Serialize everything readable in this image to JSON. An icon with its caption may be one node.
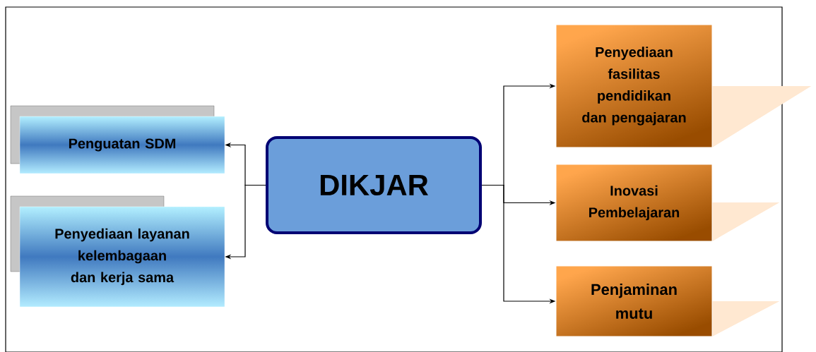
{
  "diagram": {
    "nodes": [
      {
        "text": [
          "Penguatan SDM"
        ]
      },
      {
        "text": [
          "Penyediaan layanan kelembagaan dan kerja sama"
        ]
      },
      {
        "text": [
          "DIKJAR"
        ]
      },
      {
        "text": [
          "Penyediaan fasilitas pendidikan dan pengajaran"
        ]
      },
      {
        "text": [
          "Inovasi Pembelajaran"
        ]
      },
      {
        "text": [
          "Penjaminan mutu"
        ]
      }
    ],
    "edges": [
      {
        "from": 2,
        "to": 0,
        "arrow": "to"
      },
      {
        "from": 2,
        "to": 1,
        "arrow": "to"
      },
      {
        "from": 2,
        "to": 3,
        "arrow": "to"
      },
      {
        "from": 2,
        "to": 4,
        "arrow": "to"
      },
      {
        "from": 2,
        "to": 5,
        "arrow": "to"
      }
    ]
  }
}
